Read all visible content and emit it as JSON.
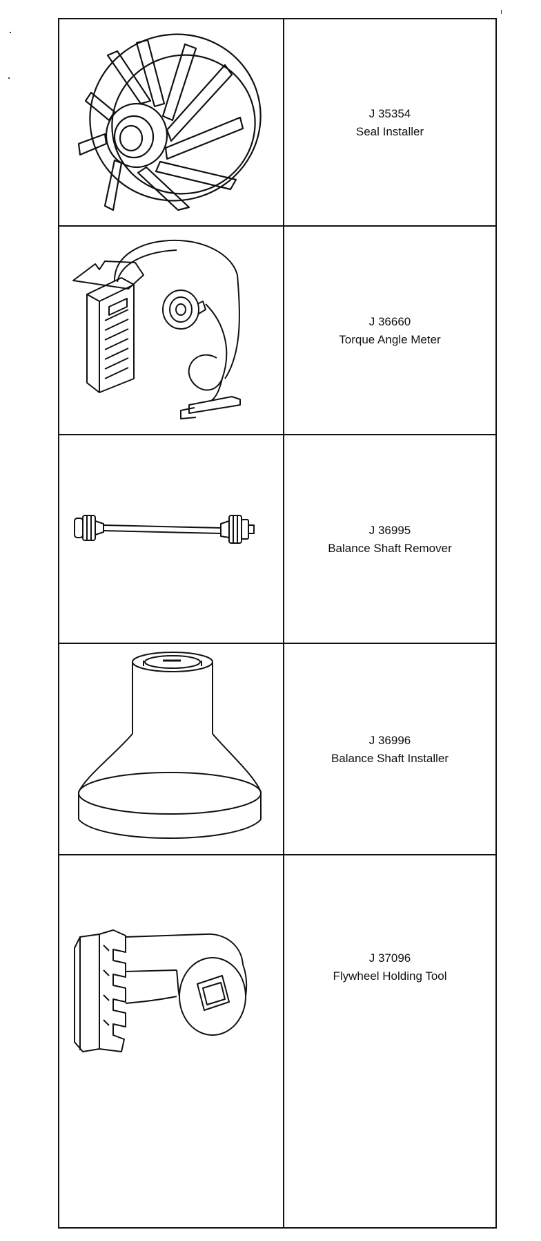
{
  "tools": [
    {
      "number": "J 35354",
      "name": "Seal Installer",
      "illustration": "seal-installer-icon"
    },
    {
      "number": "J 36660",
      "name": "Torque Angle Meter",
      "illustration": "torque-angle-meter-icon"
    },
    {
      "number": "J 36995",
      "name": "Balance Shaft Remover",
      "illustration": "balance-shaft-remover-icon"
    },
    {
      "number": "J 36996",
      "name": "Balance Shaft Installer",
      "illustration": "balance-shaft-installer-icon"
    },
    {
      "number": "J 37096",
      "name": "Flywheel Holding Tool",
      "illustration": "flywheel-holding-tool-icon"
    }
  ],
  "colors": {
    "ink": "#111111",
    "paper": "#ffffff"
  }
}
